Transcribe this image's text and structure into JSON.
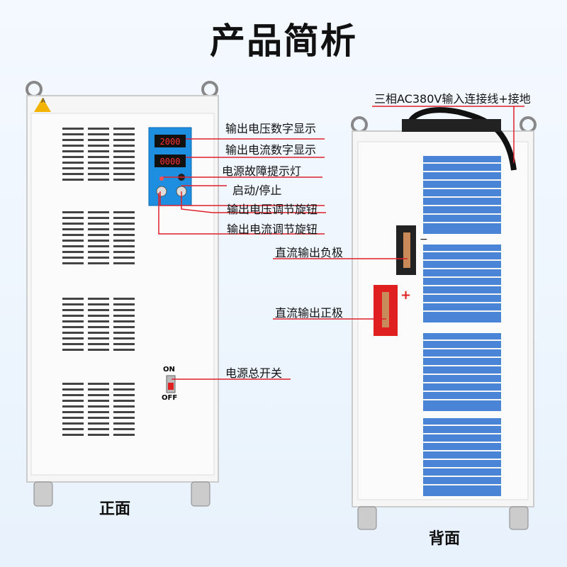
{
  "title": "产品简析",
  "front": {
    "caption": "正面",
    "switch_on": "ON",
    "switch_off": "OFF",
    "warning_mark": "A",
    "callouts": [
      "输出电压数字显示",
      "输出电流数字显示",
      "电源故障提示灯",
      "启动/停止",
      "输出电压调节旋钮",
      "输出电流调节旋钮",
      "电源总开关"
    ]
  },
  "back": {
    "caption": "背面",
    "callouts": [
      "三相AC380V输入连接线+接地",
      "直流输出负极",
      "直流输出正极"
    ],
    "positive_mark": "+",
    "negative_mark": "−"
  },
  "colors": {
    "callout_line": "#e0202a",
    "panel_blue": "#1e8fe0",
    "cabinet": "#f7f7f7",
    "fan_blue": "#2a6fd0"
  }
}
